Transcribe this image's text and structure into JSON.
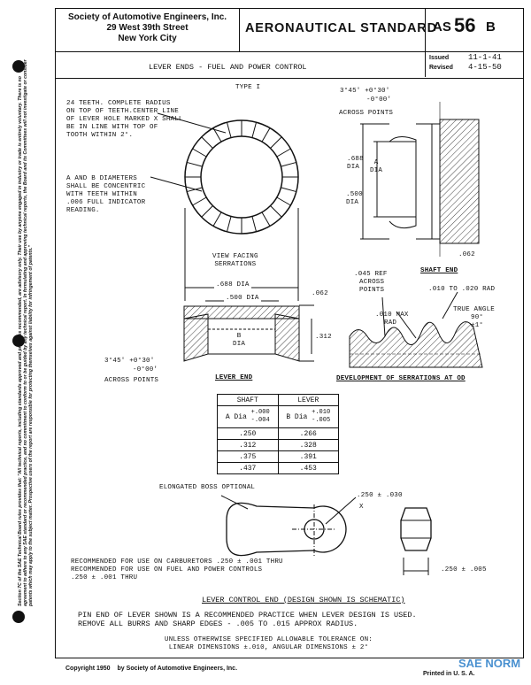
{
  "header": {
    "org_line1": "Society of Automotive Engineers, Inc.",
    "org_line2": "29 West 39th Street",
    "org_line3": "New York City",
    "std_type": "AERONAUTICAL STANDARD",
    "std_prefix": "AS",
    "std_num": "56",
    "std_rev": "B",
    "title": "LEVER ENDS - FUEL AND POWER CONTROL",
    "issued_label": "Issued",
    "issued_date": "11-1-41",
    "revised_label": "Revised",
    "revised_date": "4-15-50"
  },
  "side_note": "Section 7C of the SAE Technical Board rules provides that: \"All technical reports, including standards approved and practices recommended, are advisory only. Their use by anyone engaged in industry or trade is entirely voluntary. There is no agreement to adhere to any SAE standard or recommended practice, and no commitment to conform to or be guided by any technical report. In formulating and approving technical reports, the Board and its Committees will not investigate or consider patents which may apply to the subject matter. Prospective users of the report are responsible for protecting themselves against liability for infringement of patents.\"",
  "drawing": {
    "type_label": "TYPE I",
    "note_teeth": [
      "24 TEETH. COMPLETE RADIUS",
      "ON TOP OF TEETH.CENTER LINE",
      "OF LEVER HOLE MARKED X SHALL",
      "BE IN LINE WITH TOP OF",
      "TOOTH WITHIN 2°."
    ],
    "note_concentric": [
      "A AND B DIAMETERS",
      "SHALL BE CONCENTRIC",
      "WITH TEETH WITHIN",
      ".006 FULL INDICATOR",
      "READING."
    ],
    "view_facing": [
      "VIEW FACING",
      "SERRATIONS"
    ],
    "chamfer_top": "3°45'",
    "chamfer_top_tol_plus": "+0°30'",
    "chamfer_top_tol_minus": "-0°00'",
    "across_points": "ACROSS POINTS",
    "dim_688_dia": [
      ".688",
      "DIA"
    ],
    "dim_a_dia": [
      "A",
      "DIA"
    ],
    "dim_500_dia": [
      ".500",
      "DIA"
    ],
    "dim_062_right": ".062",
    "shaft_end": "SHAFT END",
    "dim_688_dia_h": ".688 DIA",
    "dim_500_dia_h": ".500 DIA",
    "dim_062_lever": ".062",
    "dim_b_dia": [
      "B",
      "DIA"
    ],
    "dim_312": ".312",
    "chamfer_bottom": "3°45'",
    "chamfer_bottom_tol_plus": "+0°30'",
    "chamfer_bottom_tol_minus": "-0°00'",
    "across_points_bottom": "ACROSS POINTS",
    "lever_end": "LEVER END",
    "dim_045_ref": [
      ".045 REF",
      "ACROSS",
      "POINTS"
    ],
    "dim_010_020": ".010 TO .020 RAD",
    "dim_010_max": [
      ".010 MAX",
      "RAD"
    ],
    "true_angle": [
      "TRUE ANGLE",
      "90°",
      "±1°"
    ],
    "development": "DEVELOPMENT OF SERRATIONS AT OD",
    "elongated_boss": "ELONGATED BOSS OPTIONAL",
    "dim_250_030": ".250 ± .030",
    "mark_x": "X",
    "dim_250_005": ".250 ± .005",
    "recommend": [
      "RECOMMENDED FOR USE ON CARBURETORS .250 ± .001 THRU",
      "RECOMMENDED FOR USE ON FUEL AND POWER CONTROLS",
      ".250 ± .001 THRU"
    ],
    "lever_control_end": "LEVER CONTROL END (DESIGN SHOWN IS SCHEMATIC)",
    "pin_end_note": [
      "PIN END OF LEVER SHOWN IS A RECOMMENDED PRACTICE WHEN LEVER DESIGN IS USED.",
      "REMOVE ALL BURRS AND SHARP EDGES - .005 TO .015 APPROX RADIUS."
    ],
    "tolerance": [
      "UNLESS OTHERWISE SPECIFIED ALLOWABLE TOLERANCE ON:",
      "LINEAR DIMENSIONS ±.010, ANGULAR DIMENSIONS ± 2°"
    ]
  },
  "table": {
    "head_shaft": "SHAFT",
    "head_lever": "LEVER",
    "shaft_sub": "A Dia",
    "shaft_tol_plus": "+.000",
    "shaft_tol_minus": "-.004",
    "lever_sub": "B Dia",
    "lever_tol_plus": "+.010",
    "lever_tol_minus": "-.005",
    "rows": [
      {
        "shaft": ".250",
        "lever": ".266"
      },
      {
        "shaft": ".312",
        "lever": ".328"
      },
      {
        "shaft": ".375",
        "lever": ".391"
      },
      {
        "shaft": ".437",
        "lever": ".453"
      }
    ]
  },
  "footer": {
    "copyright": "Copyright 1950",
    "copyright_by": "by Society of Automotive Engineers, Inc.",
    "printed": "Printed in U. S. A.",
    "watermark": "SAE NORM"
  }
}
